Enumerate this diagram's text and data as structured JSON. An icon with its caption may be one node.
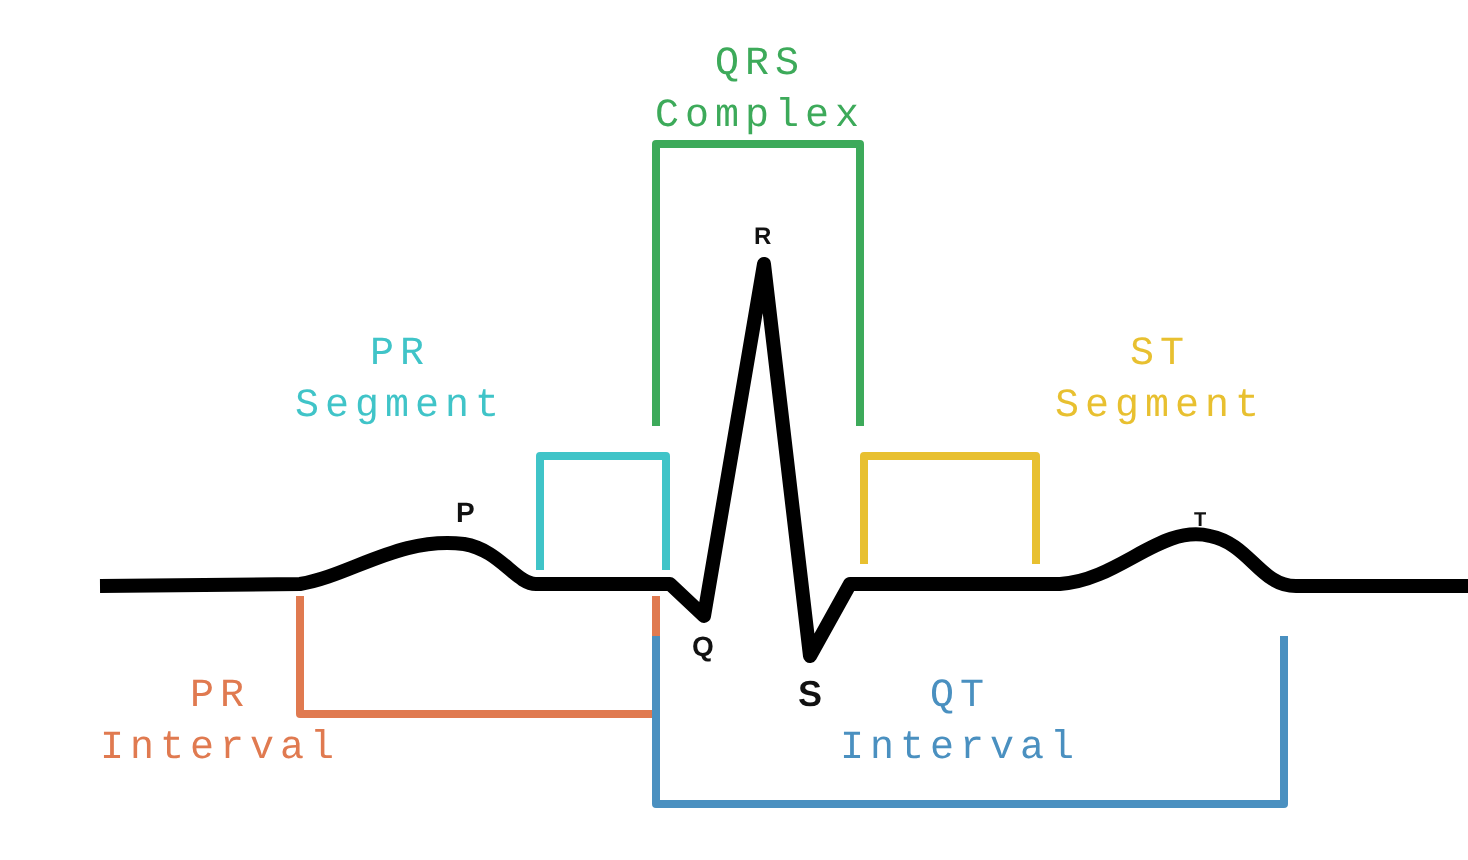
{
  "diagram": {
    "labels": [
      "QRS Complex",
      "PR Segment",
      "ST Segment",
      "R",
      "P",
      "T",
      "Q",
      "S",
      "PR Interval",
      "QT Interval"
    ]
  }
}
